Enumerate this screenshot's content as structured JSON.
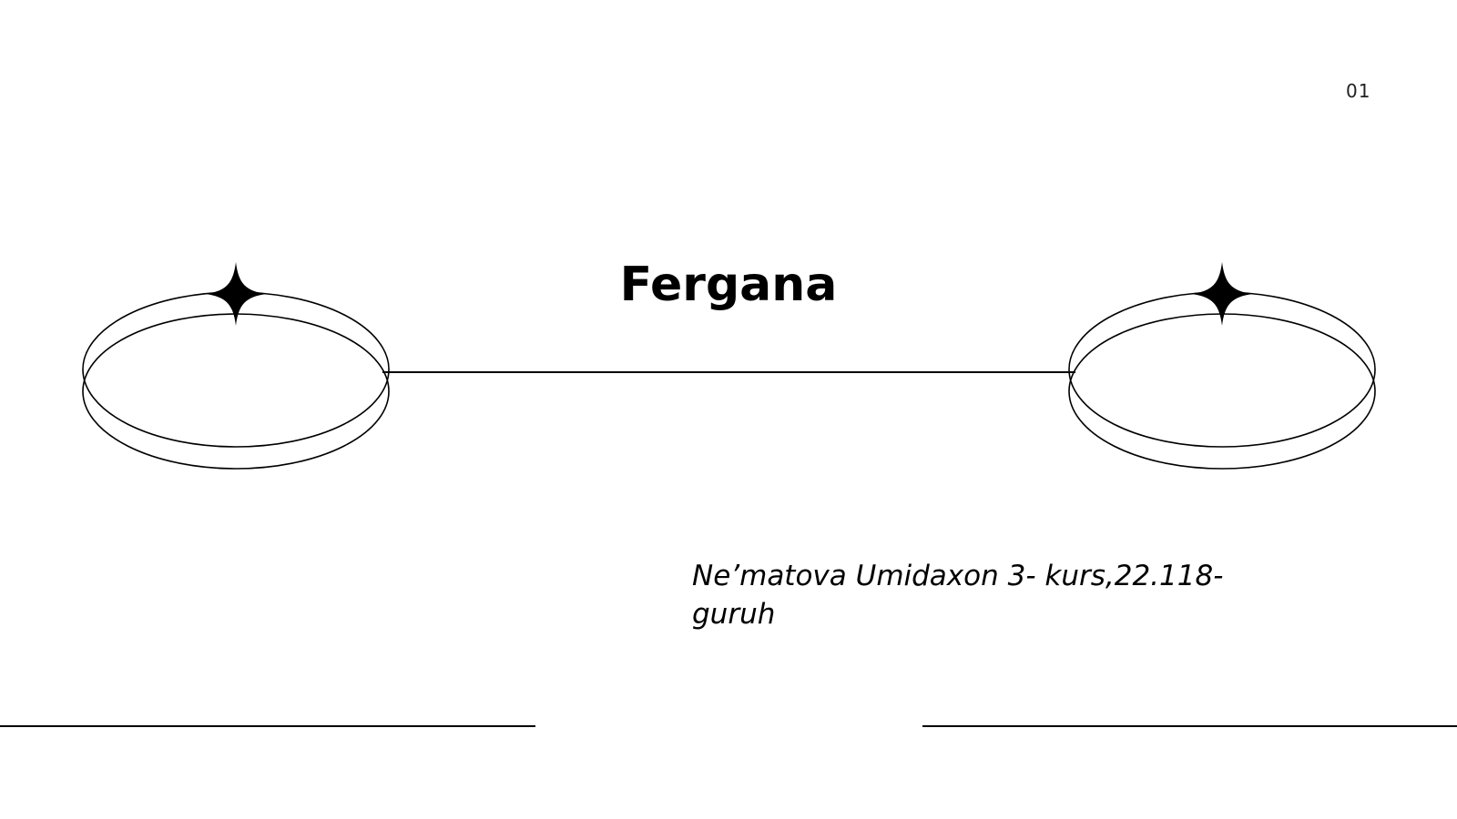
{
  "slide": {
    "number": "01",
    "title": "Fergana",
    "subtitle": "Ne’matova Umidaxon 3- kurs,22.118-guruh"
  },
  "decor": {
    "left_icon": "ring-with-sparkle-icon",
    "right_icon": "ring-with-sparkle-icon",
    "stroke_color": "#000000",
    "background_color": "#ffffff"
  }
}
